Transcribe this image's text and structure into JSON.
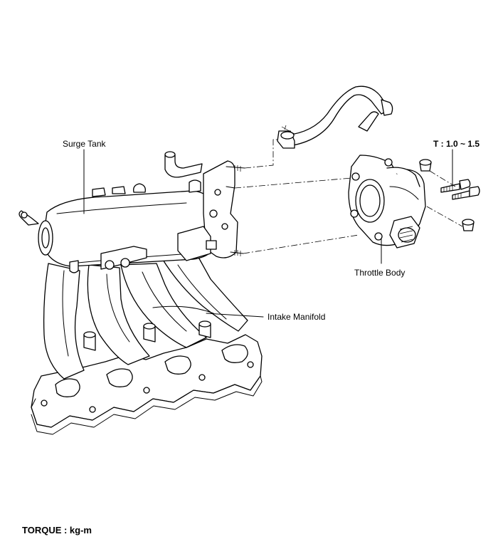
{
  "labels": {
    "surge_tank": "Surge Tank",
    "torque_spec": "T : 1.0 ~ 1.5",
    "throttle_body": "Throttle Body",
    "intake_manifold": "Intake Manifold"
  },
  "footer": {
    "torque_units": "TORQUE : kg-m"
  }
}
